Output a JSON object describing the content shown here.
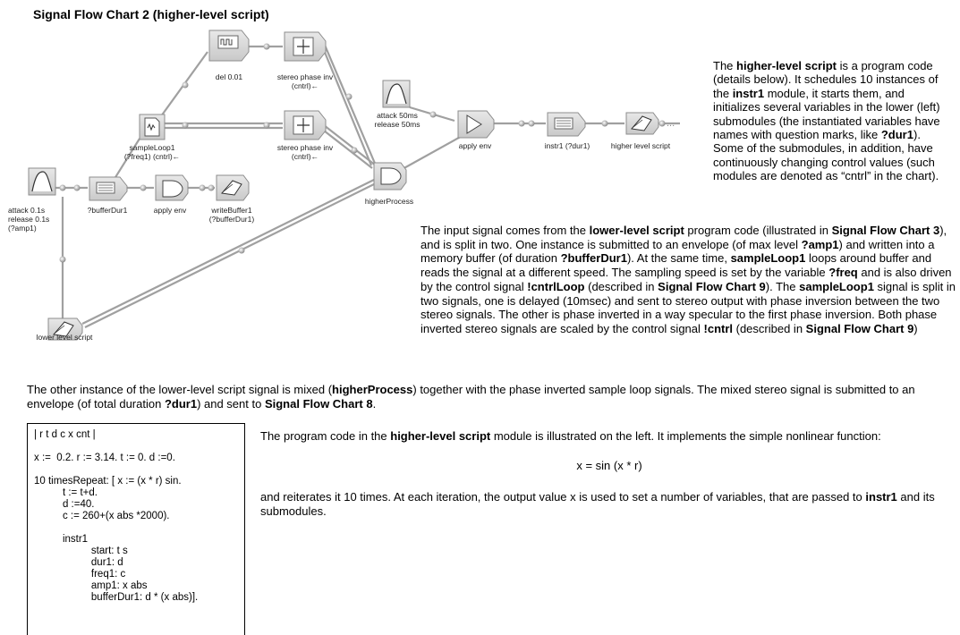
{
  "title": "Signal Flow Chart 2  (higher-level script)",
  "colors": {
    "module_fill": "#d9d9d9",
    "module_stroke": "#8c8c8c",
    "wire": "#9a9a9a",
    "icon_face": "#ffffff"
  },
  "modules": {
    "delay": {
      "caption": "del 0.01",
      "icon": "delay-icon"
    },
    "stereo_top": {
      "caption": "stereo phase inv\n(cntrl)←",
      "icon": "phase-inverter-icon"
    },
    "sample_loop": {
      "caption": "sampleLoop1\n(?freq1) (cntrl)←",
      "icon": "waveform-file-icon"
    },
    "stereo_mid": {
      "caption": "stereo phase inv\n(cntrl)←",
      "icon": "phase-inverter-icon"
    },
    "attack_right": {
      "caption": "attack 50ms\nrelease 50ms",
      "icon": "envelope-icon"
    },
    "apply_env_right": {
      "caption": "apply env",
      "icon": "amplifier-icon"
    },
    "instr1": {
      "caption": "instr1 (?dur1)",
      "icon": "buffer-icon"
    },
    "higher_script": {
      "caption": "higher level script",
      "icon": "script-hand-icon"
    },
    "higher_process": {
      "caption": "higherProcess",
      "icon": "mixer-icon"
    },
    "attack_left": {
      "caption": "attack 0.1s\nrelease 0.1s\n(?amp1)",
      "icon": "envelope-icon"
    },
    "buffer_dur": {
      "caption": "?bufferDur1",
      "icon": "buffer-icon"
    },
    "apply_env_left": {
      "caption": "apply env",
      "icon": "mixer-icon"
    },
    "write_buffer": {
      "caption": "writeBuffer1\n(?bufferDur1)",
      "icon": "script-hand-icon"
    },
    "lower_script": {
      "caption": "lower level script",
      "icon": "script-hand-icon"
    },
    "ellipsis": "..."
  },
  "text": {
    "right_desc": [
      {
        "t": "The "
      },
      {
        "t": "higher-level script",
        "b": true
      },
      {
        "t": " is a program code (details below). It schedules 10 instances of the "
      },
      {
        "t": "instr1",
        "b": true
      },
      {
        "t": " module, it starts them, and initializes several variables in the lower (left) submodules (the instantiated variables have names with question marks, like "
      },
      {
        "t": "?dur1",
        "b": true
      },
      {
        "t": "). Some of the submodules, in addition, have continuously changing control values (such modules are denoted as “cntrl” in the chart)."
      }
    ],
    "input_desc": [
      {
        "t": "The input signal comes from the "
      },
      {
        "t": "lower-level script",
        "b": true
      },
      {
        "t": " program code (illustrated in "
      },
      {
        "t": "Signal Flow Chart 3",
        "b": true
      },
      {
        "t": "), and is split in two. One instance is submitted to an envelope (of max level "
      },
      {
        "t": "?amp1",
        "b": true
      },
      {
        "t": ") and written into a memory buffer (of duration "
      },
      {
        "t": "?bufferDur1",
        "b": true
      },
      {
        "t": "). At the same time, "
      },
      {
        "t": "sampleLoop1",
        "b": true
      },
      {
        "t": " loops around buffer and reads the signal at a different speed. The sampling speed is set by the variable "
      },
      {
        "t": "?freq",
        "b": true
      },
      {
        "t": " and is also driven by the control signal "
      },
      {
        "t": "!cntrlLoop",
        "b": true
      },
      {
        "t": " (described in "
      },
      {
        "t": "Signal Flow Chart 9",
        "b": true
      },
      {
        "t": "). The "
      },
      {
        "t": "sampleLoop1",
        "b": true
      },
      {
        "t": " signal is split in two signals, one is delayed (10msec) and sent to stereo output with phase inversion between the two stereo signals. The other is phase inverted in a way specular to the first phase inversion. Both phase inverted stereo signals are scaled by the control signal "
      },
      {
        "t": "!cntrl",
        "b": true
      },
      {
        "t": " (described in "
      },
      {
        "t": "Signal Flow Chart 9",
        "b": true
      },
      {
        "t": ")"
      }
    ],
    "other_desc": [
      {
        "t": "The  other instance of the lower-level script signal is mixed ("
      },
      {
        "t": "higherProcess",
        "b": true
      },
      {
        "t": ") together with the phase inverted sample loop signals. The mixed stereo signal is submitted to an envelope (of total duration "
      },
      {
        "t": "?dur1",
        "b": true
      },
      {
        "t": ") and sent to "
      },
      {
        "t": "Signal Flow Chart 8",
        "b": true
      },
      {
        "t": "."
      }
    ],
    "code_desc_1": [
      {
        "t": "The program code in the "
      },
      {
        "t": "higher-level script",
        "b": true
      },
      {
        "t": " module is illustrated on the left. It implements the simple nonlinear function:"
      }
    ],
    "formula": "x = sin (x * r)",
    "code_desc_2": [
      {
        "t": "and reiterates it 10 times. At each iteration, the output value x is used to set a number of variables, that are passed to "
      },
      {
        "t": "instr1",
        "b": true
      },
      {
        "t": " and its submodules."
      }
    ]
  },
  "code_lines": [
    "| r t d c x cnt |",
    "",
    "x :=  0.2. r := 3.14. t := 0. d :=0.",
    "",
    "10 timesRepeat: [ x := (x * r) sin.",
    "          t := t+d.",
    "          d :=40.",
    "          c := 260+(x abs *2000).",
    "",
    "          instr1",
    "                    start: t s",
    "                    dur1: d",
    "                    freq1: c",
    "                    amp1: x abs",
    "                    bufferDur1: d * (x abs)]."
  ]
}
